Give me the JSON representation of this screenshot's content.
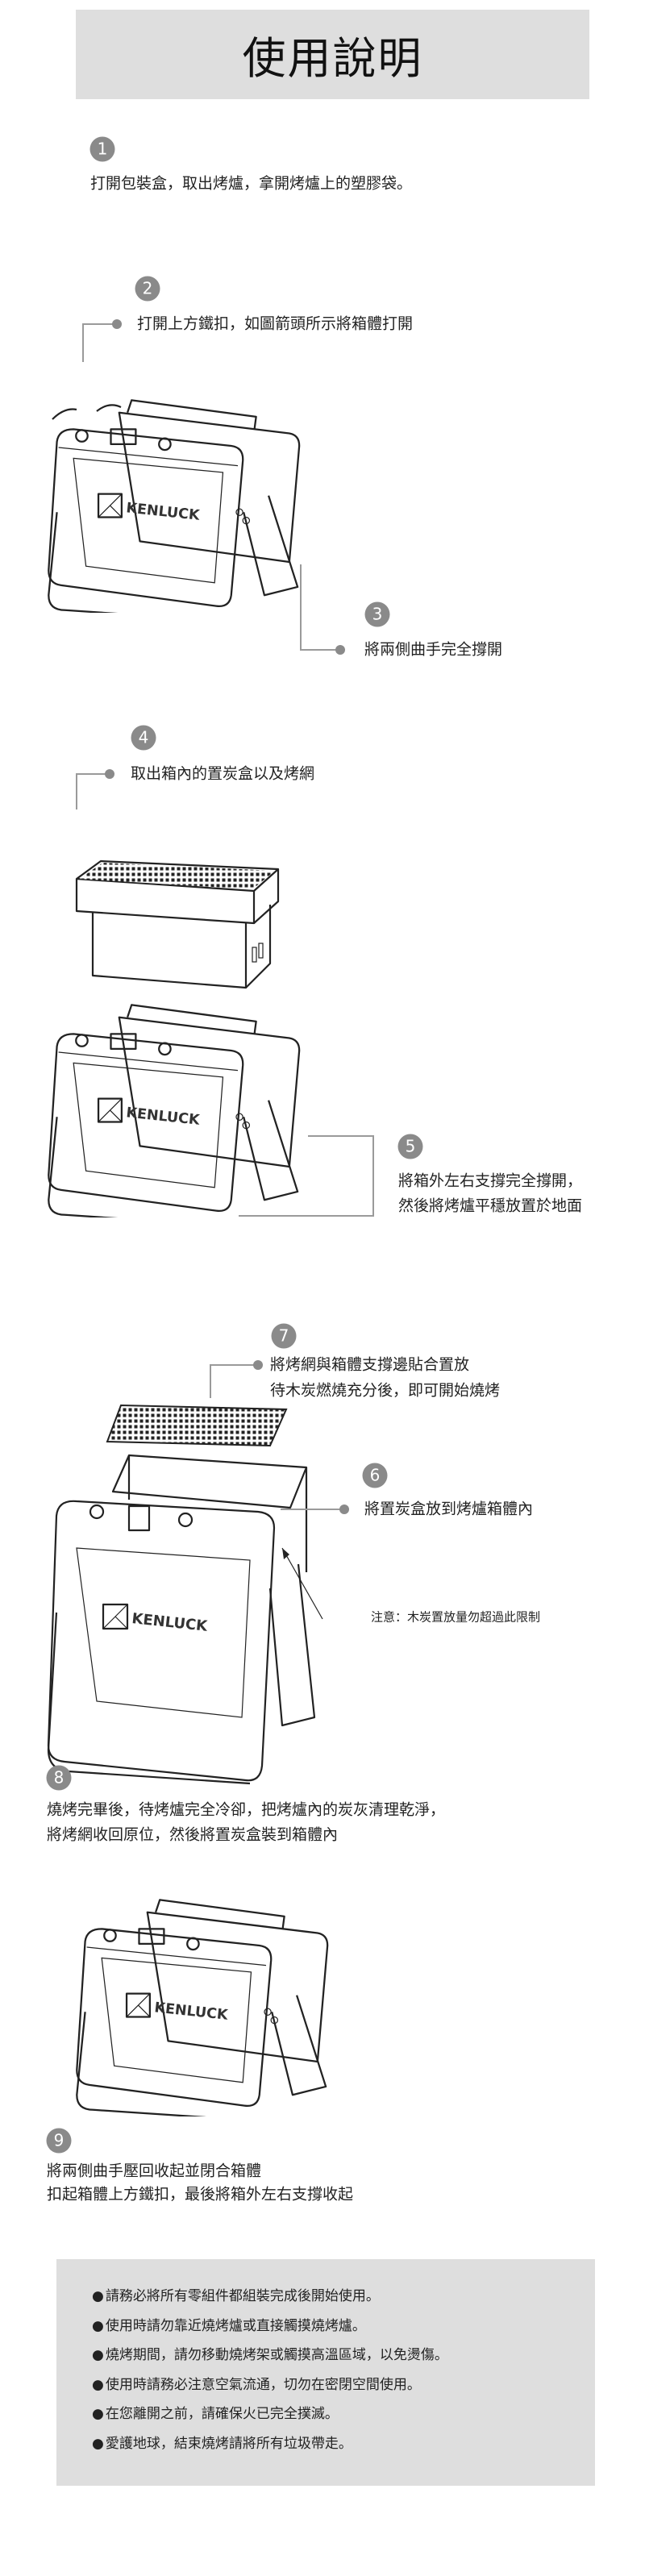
{
  "title": "使用說明",
  "brand": "KENLUCK",
  "steps": [
    {
      "num": "1",
      "lines": [
        "打開包裝盒，取出烤爐，拿開烤爐上的塑膠袋。"
      ]
    },
    {
      "num": "2",
      "lines": [
        "打開上方鐵扣，如圖箭頭所示將箱體打開"
      ]
    },
    {
      "num": "3",
      "lines": [
        "將兩側曲手完全撐開"
      ]
    },
    {
      "num": "4",
      "lines": [
        "取出箱內的置炭盒以及烤網"
      ]
    },
    {
      "num": "5",
      "lines": [
        "將箱外左右支撐完全撐開，",
        "然後將烤爐平穩放置於地面"
      ]
    },
    {
      "num": "7",
      "lines": [
        "將烤網與箱體支撐邊貼合置放",
        "待木炭燃燒充分後，即可開始燒烤"
      ]
    },
    {
      "num": "6",
      "lines": [
        "將置炭盒放到烤爐箱體內"
      ]
    },
    {
      "num": "8",
      "lines": [
        "燒烤完畢後，待烤爐完全冷卻，把烤爐內的炭灰清理乾淨，",
        "將烤網收回原位，然後將置炭盒裝到箱體內"
      ]
    },
    {
      "num": "9",
      "lines": [
        "將兩側曲手壓回收起並閉合箱體",
        "扣起箱體上方鐵扣，最後將箱外左右支撐收起"
      ]
    }
  ],
  "note": "注意：木炭置放量勿超過此限制",
  "notices": [
    "請務必將所有零組件都組裝完成後開始使用。",
    "使用時請勿靠近燒烤爐或直接觸摸燒烤爐。",
    "燒烤期間，請勿移動燒烤架或觸摸高溫區域，以免燙傷。",
    "使用時請務必注意空氣流通，切勿在密閉空間使用。",
    "在您離開之前，請確保火已完全撲滅。",
    "愛護地球，結束燒烤請將所有垃圾帶走。"
  ],
  "colors": {
    "header_bg": "#dedede",
    "badge": "#8a8a8a",
    "notice_bg": "#dedede"
  }
}
